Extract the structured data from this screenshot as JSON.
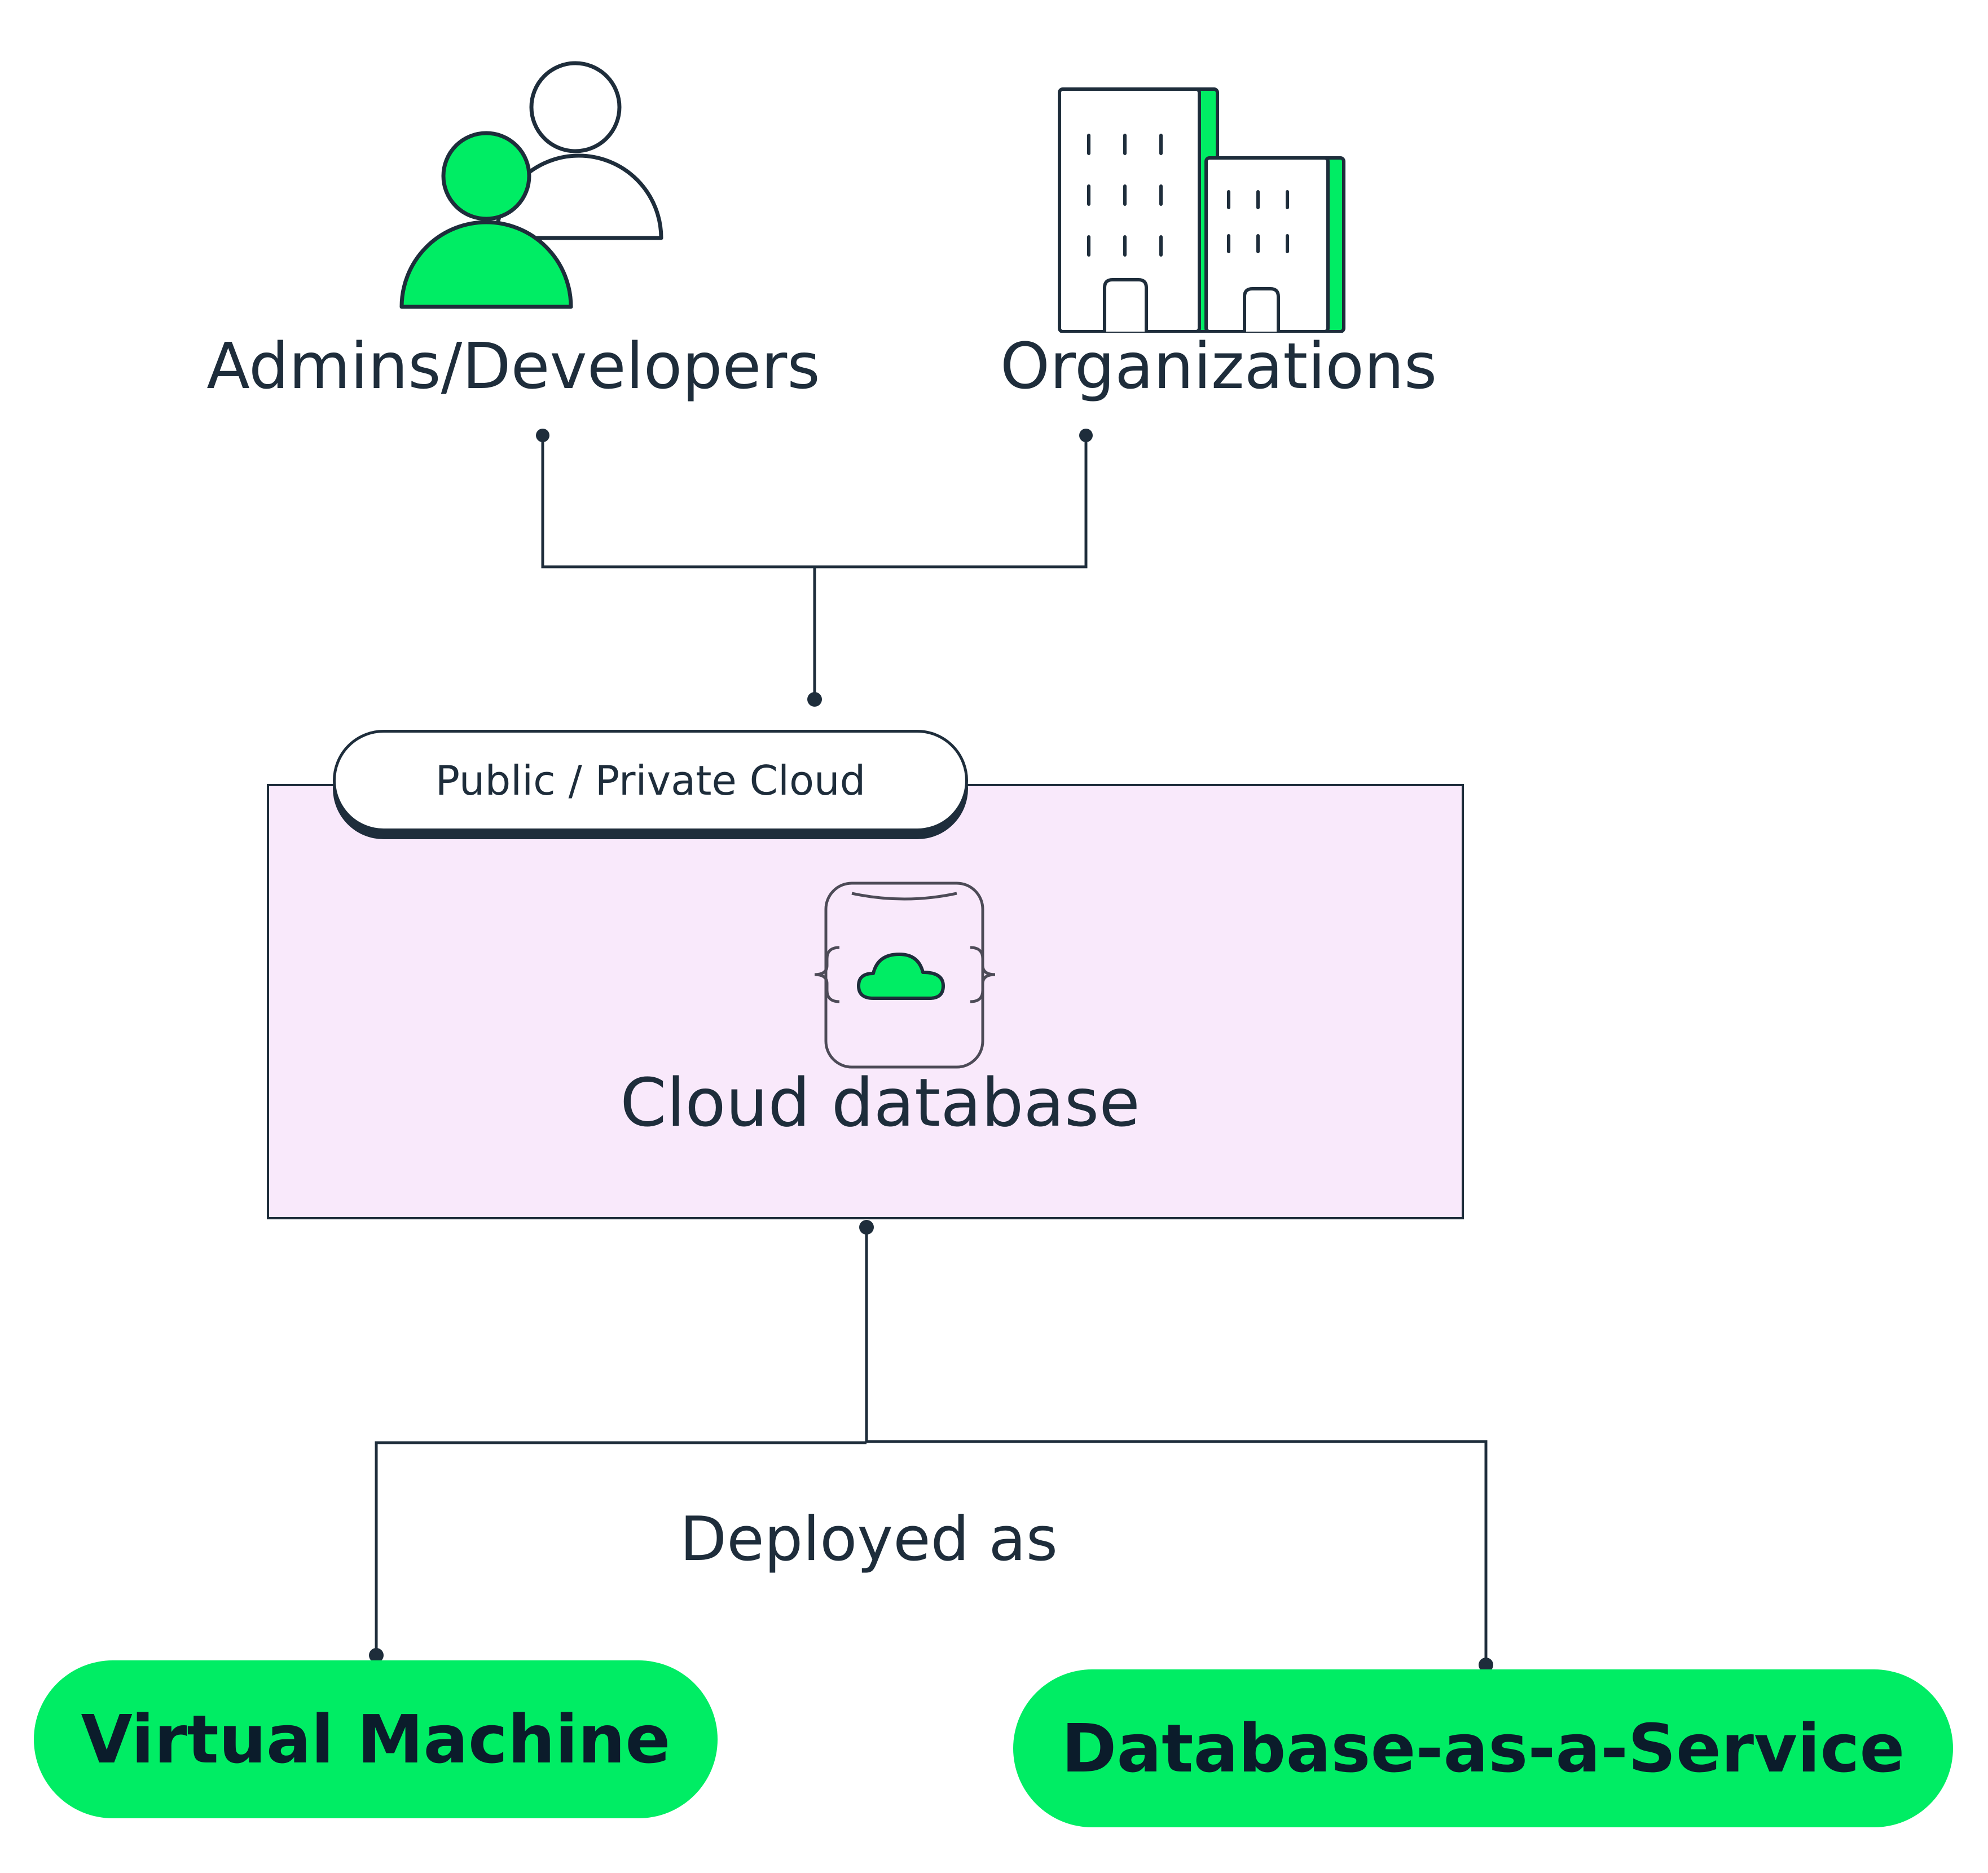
{
  "nodes": {
    "admins_label": "Admins/Developers",
    "organizations_label": "Organizations",
    "cloud_tag": "Public / Private Cloud",
    "cloud_database_label": "Cloud database",
    "deployed_label": "Deployed as",
    "virtual_machine_label": "Virtual Machine",
    "daas_label": "Database-as-a-Service"
  },
  "icons": {
    "admins": "users-icon",
    "organizations": "buildings-icon",
    "database": "cloud-database-icon"
  },
  "colors": {
    "accent_green": "#00ed64",
    "ink": "#1e2d3b",
    "cloud_box_fill": "#f9e9fb"
  }
}
